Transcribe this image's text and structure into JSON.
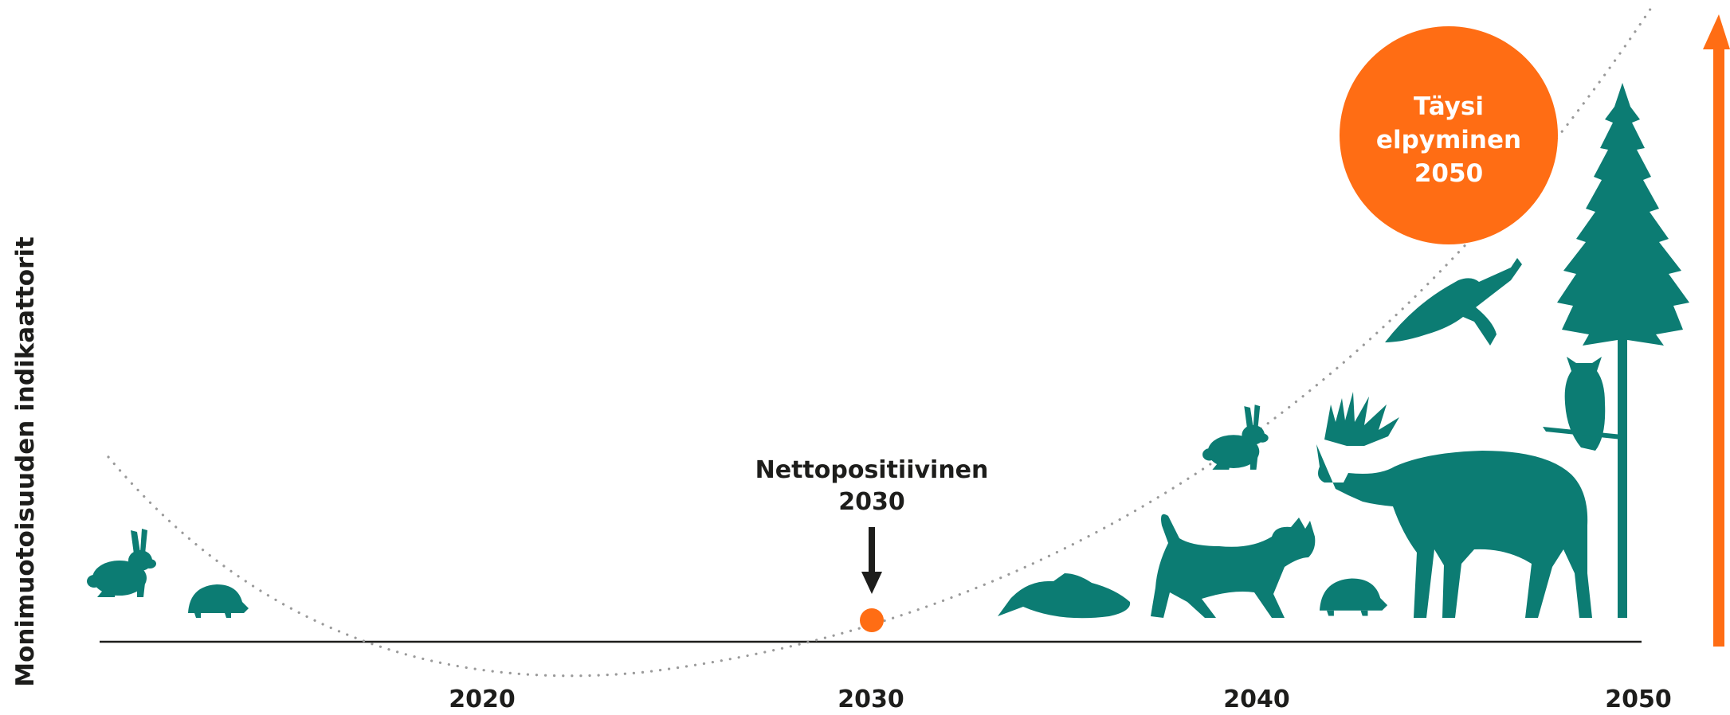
{
  "y_axis_label": "Monimuotoisuuden indikaattorit",
  "milestone": {
    "title": "Nettopositiivinen",
    "year": "2030"
  },
  "goal": {
    "line1": "Täysi",
    "line2": "elpyminen",
    "line3": "2050"
  },
  "x_ticks": [
    "2020",
    "2030",
    "2040",
    "2050"
  ],
  "icons": [
    "hare-icon",
    "hedgehog-icon",
    "salmon-icon",
    "lynx-icon",
    "hare-icon",
    "hedgehog-icon",
    "moose-icon",
    "eagle-icon",
    "owl-icon",
    "spruce-tree-icon"
  ],
  "colors": {
    "accent": "#ff6d14",
    "teal": "#0c7c73",
    "text": "#1d1d1b",
    "dots": "#9a9a9a"
  }
}
